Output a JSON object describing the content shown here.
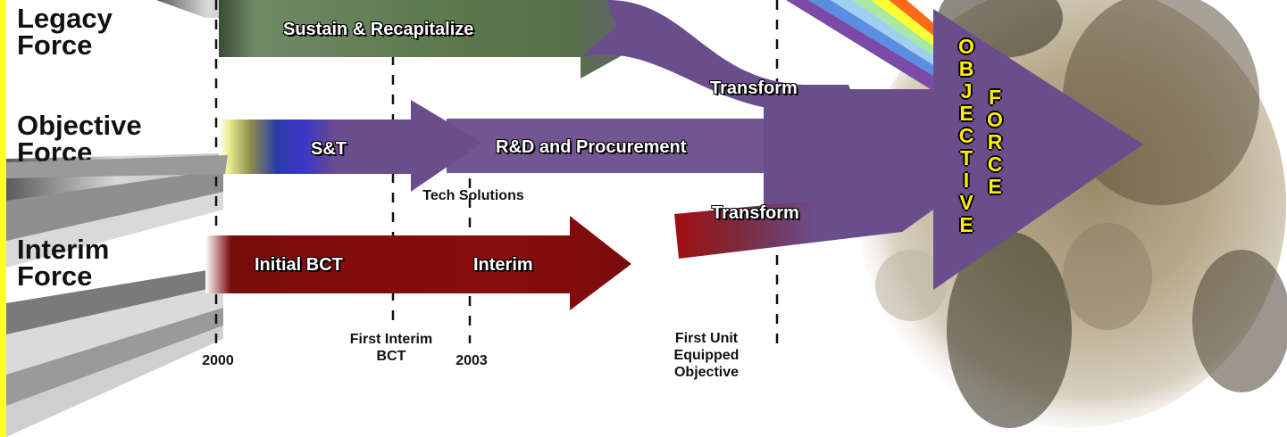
{
  "colors": {
    "legacy": "#5b7b4e",
    "objective": "#6a4d8c",
    "interim": "#8a0d0d",
    "objective_force_letters": "#ffee00",
    "left_border": "#ffff33"
  },
  "icons": [
    "soldiers-photo-collage",
    "rainbow-beam",
    "light-rays"
  ],
  "forces": {
    "legacy": {
      "line1": "Legacy",
      "line2": "Force"
    },
    "objective": {
      "line1": "Objective",
      "line2": "Force"
    },
    "interim": {
      "line1": "Interim",
      "line2": "Force"
    }
  },
  "arrows": {
    "sustain": "Sustain & Recapitalize",
    "transform_top": "Transform",
    "st": "S&T",
    "rd": "R&D and Procurement",
    "tech": "Tech Solutions",
    "initial_bct": "Initial BCT",
    "interim": "Interim",
    "transform_bottom": "Transform"
  },
  "timeline": {
    "y2000": "2000",
    "first_interim_bct": "First Interim BCT",
    "y2003": "2003",
    "first_unit": "First Unit Equipped Objective"
  },
  "objective_force": {
    "col1": [
      "O",
      "B",
      "J",
      "E",
      "C",
      "T",
      "I",
      "V",
      "E"
    ],
    "col2": [
      "F",
      "O",
      "R",
      "C",
      "E"
    ]
  }
}
